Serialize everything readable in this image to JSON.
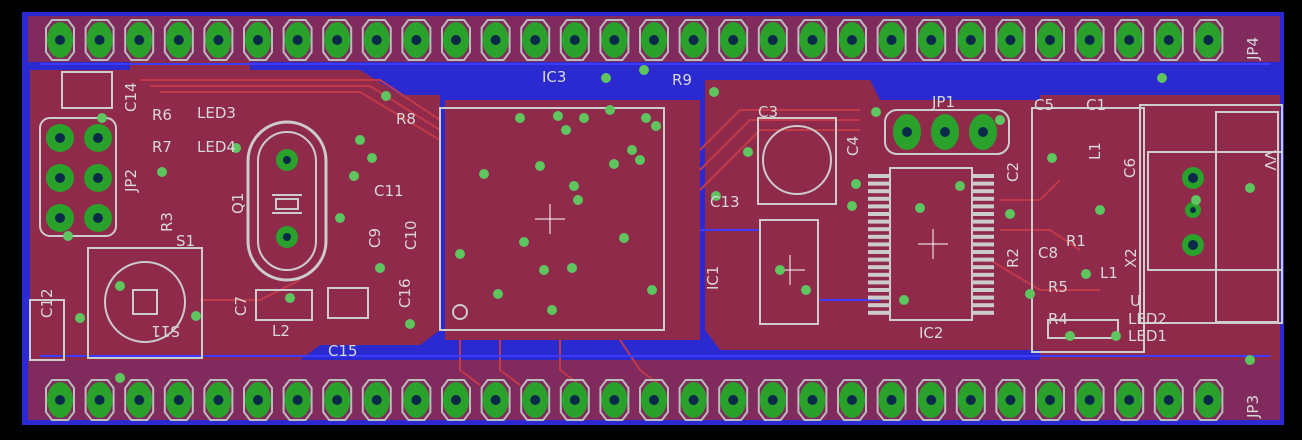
{
  "colors": {
    "background": "#000000",
    "copper_top": "#8f2a4a",
    "copper_bottom": "#2a2ad0",
    "trace_top": "#c23a4a",
    "pad": "#2aa12a",
    "drill": "#0a2a4a",
    "via": "#5fc55f",
    "silkscreen": "#d8d8d8"
  },
  "labels": {
    "jp4": "JP4",
    "jp3": "JP3",
    "jp1": "JP1",
    "jp2": "JP2",
    "ic1": "IC1",
    "ic2": "IC2",
    "ic3": "IC3",
    "r9": "R9",
    "r8": "R8",
    "r6": "R6",
    "r7": "R7",
    "r3": "R3",
    "r1": "R1",
    "r2": "R2",
    "r4": "R4",
    "r5": "R5",
    "led1": "LED1",
    "led2": "LED2",
    "led3": "LED3",
    "led4": "LED4",
    "c1": "C1",
    "c2": "C2",
    "c3": "C3",
    "c4": "C4",
    "c5": "C5",
    "c6": "C6",
    "c7": "C7",
    "c8": "C8",
    "c9": "C9",
    "c10": "C10",
    "c11": "C11",
    "c12": "C12",
    "c13": "C13",
    "c14": "C14",
    "c15": "C15",
    "c16": "C16",
    "q1": "Q1",
    "s1": "S1",
    "l1": "L1",
    "l2": "L2",
    "x2": "X2",
    "u": "U",
    "s11": "S11",
    "logo": "VV"
  }
}
